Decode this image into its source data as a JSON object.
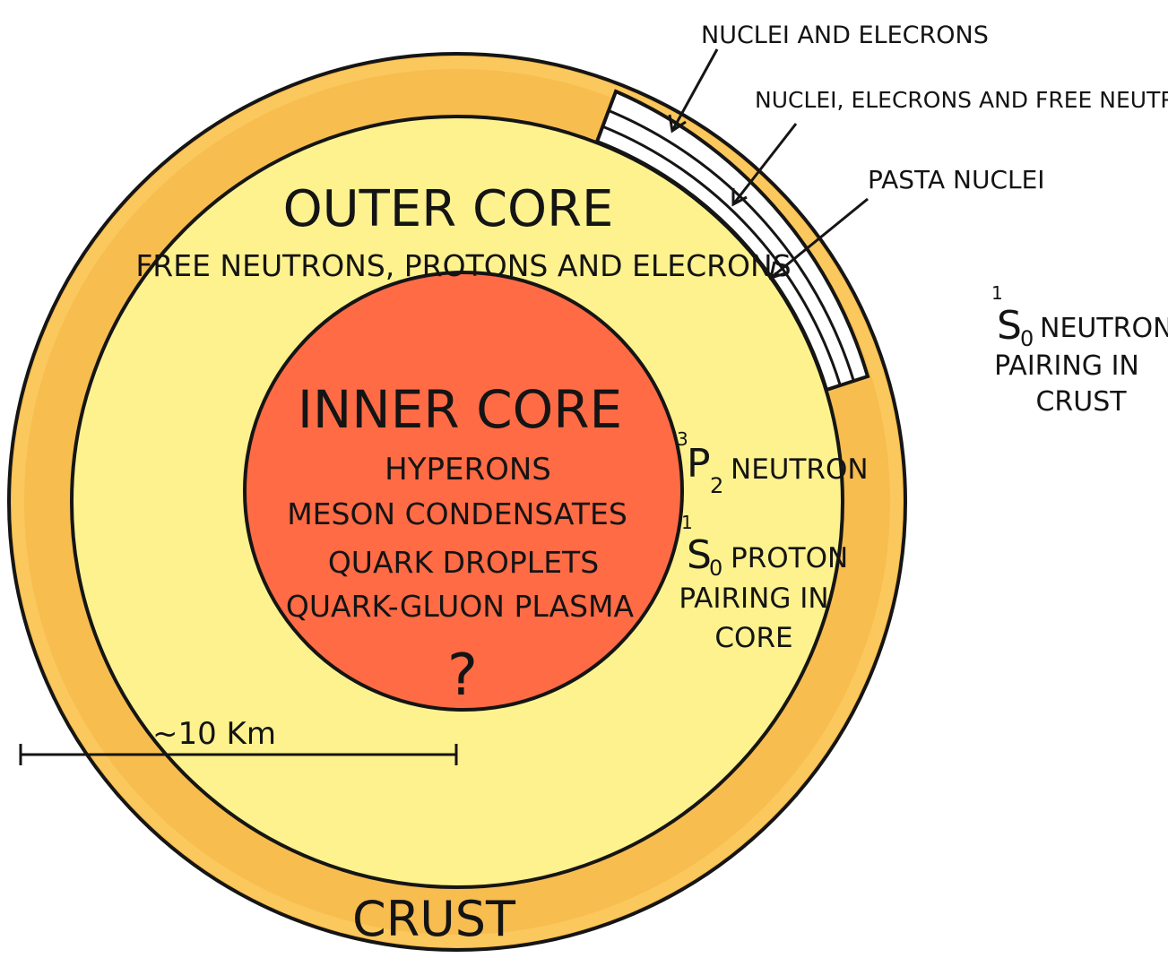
{
  "colors": {
    "crust": "#f8bd4f",
    "crust_rim": "#fbc85e",
    "outer_core": "#fdf28e",
    "inner_core": "#ff6b45",
    "outline": "#151515",
    "crust_layers": "#ffffff"
  },
  "crust_layers": {
    "nuclei_electrons": "Nuclei and elecrons",
    "nuclei_electrons_neutrons": "Nuclei, elecrons and free neutrons",
    "pasta": "Pasta nuclei"
  },
  "outer_core": {
    "title": "Outer core",
    "subtitle": "Free neutrons, protons and elecrons"
  },
  "inner_core": {
    "title": "Inner core",
    "items": [
      "Hyperons",
      "Meson condensates",
      "Quark droplets",
      "Quark-gluon plasma"
    ],
    "question": "?"
  },
  "pairing": {
    "p2": {
      "super": "3",
      "symbol": "P",
      "sub": "2",
      "text": "neutron"
    },
    "s0_core": {
      "super": "1",
      "symbol": "S",
      "sub": "0",
      "text": "proton",
      "line2": "pairing in",
      "line3": "core"
    },
    "s0_crust": {
      "super": "1",
      "symbol": "S",
      "sub": "0",
      "text": "neutron",
      "line2": "pairing in",
      "line3": "crust"
    }
  },
  "scale": {
    "label": "~10 Km"
  },
  "crust_label": "Crust"
}
